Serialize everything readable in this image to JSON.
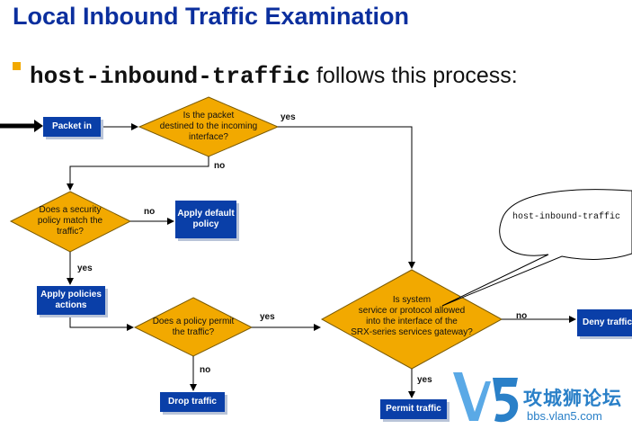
{
  "slide": {
    "title": "Local Inbound Traffic Examination",
    "subtitle_code": "host-inbound-traffic",
    "subtitle_rest": " follows this process:"
  },
  "nodes": {
    "packet_in": "Packet in",
    "d1": [
      "Is the packet",
      "destined to the incoming",
      "interface?"
    ],
    "d2": [
      "Does a security",
      "policy match the",
      "traffic?"
    ],
    "apply_default": [
      "Apply default",
      "policy"
    ],
    "apply_policies": [
      "Apply policies",
      "actions"
    ],
    "d3": [
      "Does a policy permit",
      "the traffic?"
    ],
    "drop": "Drop traffic",
    "d4": [
      "Is system",
      "service or protocol allowed",
      "into the interface of the",
      "SRX-series services gateway?"
    ],
    "deny": "Deny traffic",
    "permit": "Permit traffic"
  },
  "labels": {
    "d1_yes": "yes",
    "d1_no": "no",
    "d2_no": "no",
    "d2_yes": "yes",
    "d3_yes": "yes",
    "d3_no": "no",
    "d4_no": "no",
    "d4_yes": "yes"
  },
  "callout": "host-inbound-traffic",
  "watermark": {
    "chinese": "攻城狮论坛",
    "url": "bbs.vlan5.com"
  },
  "colors": {
    "title": "#0b2f9e",
    "box": "#0a3fa8",
    "diamond": "#f2a900",
    "bullet": "#f2a900"
  }
}
